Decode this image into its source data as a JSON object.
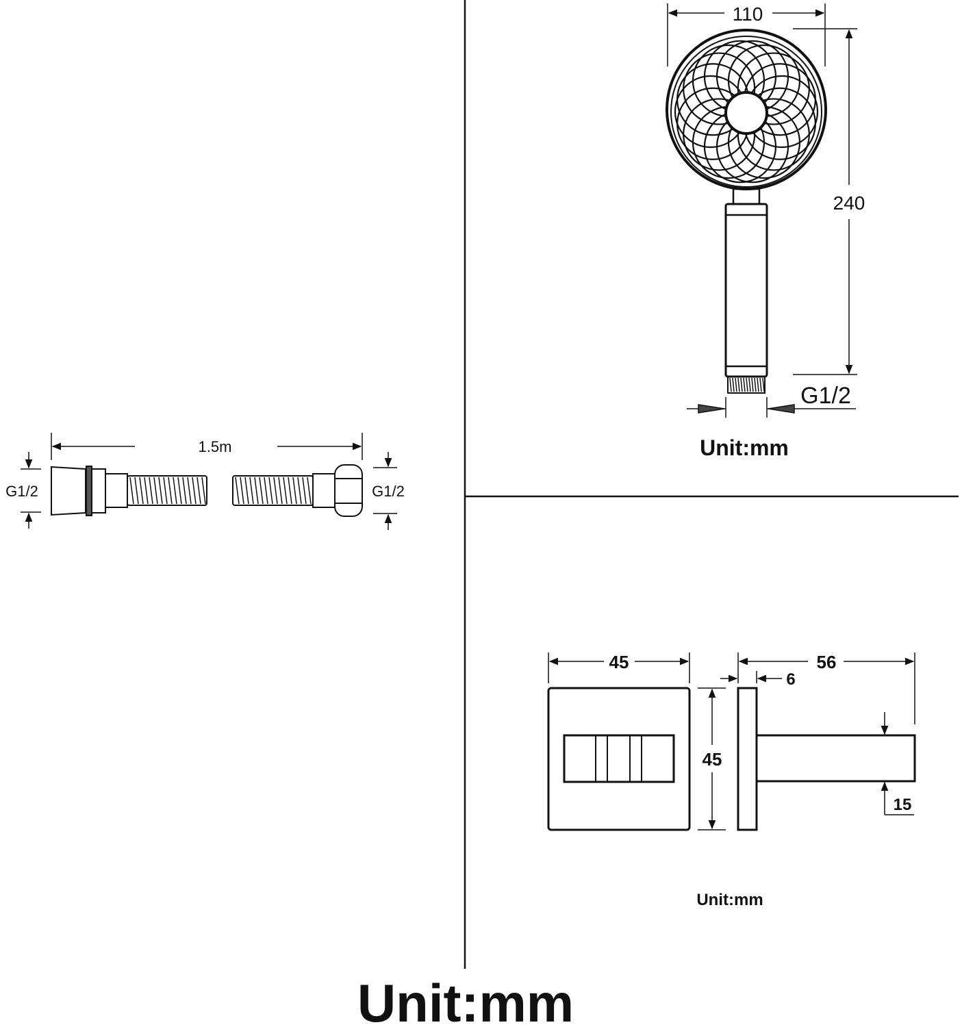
{
  "hose": {
    "length_label": "1.5m",
    "left_thread_label": "G1/2",
    "right_thread_label": "G1/2"
  },
  "handheld_shower": {
    "width_label": "110",
    "height_label": "240",
    "thread_label": "G1/2",
    "unit_label": "Unit:mm"
  },
  "wall_holder": {
    "plate_width_label": "45",
    "plate_height_label": "45",
    "plate_thickness_label": "6",
    "depth_label": "56",
    "arm_height_label": "15",
    "unit_label": "Unit:mm"
  },
  "footer": {
    "unit_label": "Unit:mm"
  },
  "colors": {
    "line": "#111111",
    "background": "#ffffff"
  }
}
